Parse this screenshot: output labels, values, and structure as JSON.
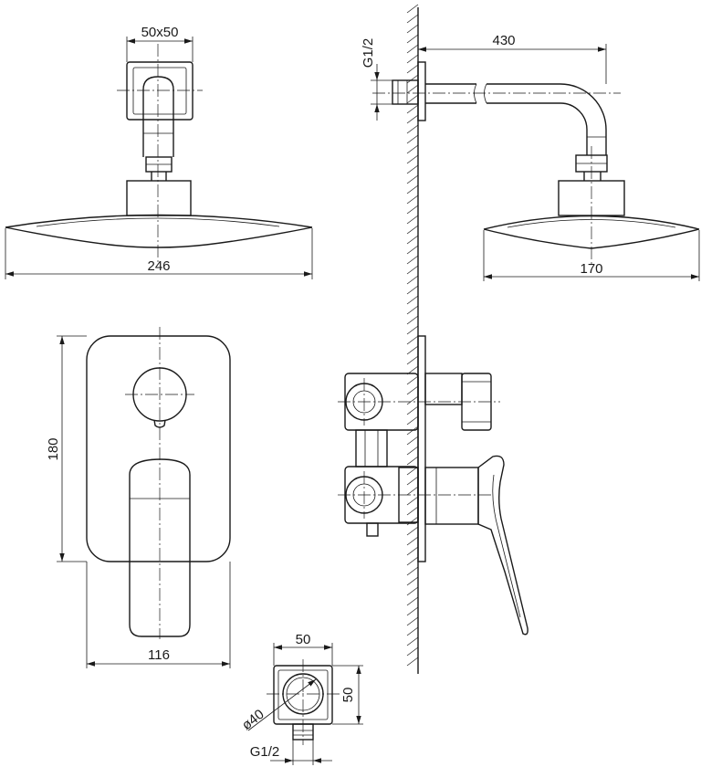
{
  "dimensions": {
    "arm_flange": "50x50",
    "head_front_width": "246",
    "arm_thread": "G1/2",
    "arm_length": "430",
    "head_side_width": "170",
    "plate_height": "180",
    "plate_width": "116",
    "outlet_width": "50",
    "outlet_height": "50",
    "outlet_diameter": "ø40",
    "outlet_thread": "G1/2"
  },
  "colors": {
    "line": "#1a1a1a",
    "background": "#ffffff"
  }
}
